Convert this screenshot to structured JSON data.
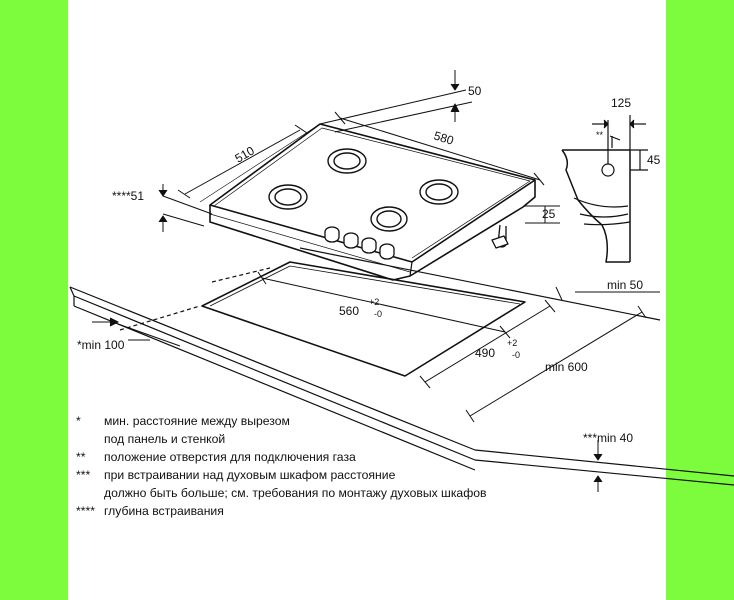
{
  "colors": {
    "side_bars": "#7cfc3c",
    "line": "#111111",
    "background": "#ffffff"
  },
  "dimensions": {
    "top_offset": "50",
    "depth": "510",
    "width": "580",
    "side_width": "125",
    "side_height": "45",
    "side_marker": "**",
    "thickness": "25",
    "install_depth": "****51",
    "cutout_width": "560",
    "cutout_width_tol_plus": "+2",
    "cutout_width_tol_minus": "-0",
    "cutout_depth": "490",
    "cutout_depth_tol_plus": "+2",
    "cutout_depth_tol_minus": "-0",
    "min_front": "*min 100",
    "min_rear": "min 50",
    "min_counter_depth": "min 600",
    "min_oven_gap": "***min 40"
  },
  "notes": [
    {
      "mark": "*",
      "text": "мин. расстояние между вырезом"
    },
    {
      "mark": "",
      "text": "под панель и стенкой"
    },
    {
      "mark": "**",
      "text": "положение отверстия для подключения газа"
    },
    {
      "mark": "***",
      "text": "при встраивании над духовым шкафом расстояние"
    },
    {
      "mark": "",
      "text": "должно быть больше; см. требования по монтажу духовых шкафов"
    },
    {
      "mark": "****",
      "text": "глубина встраивания"
    }
  ]
}
